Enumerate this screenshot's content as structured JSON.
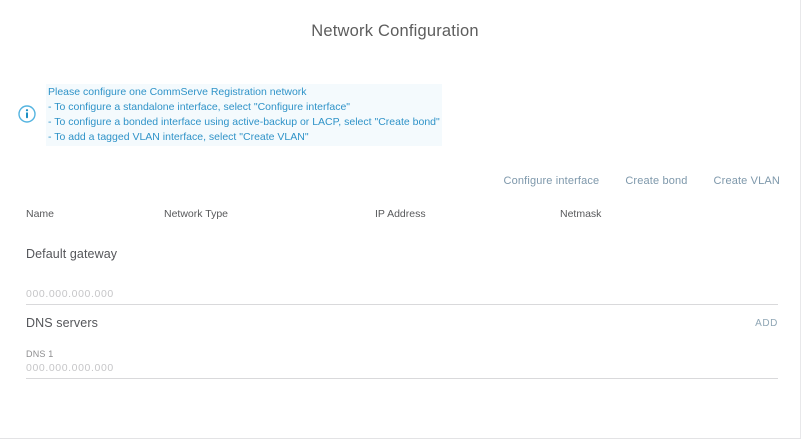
{
  "page": {
    "title": "Network Configuration"
  },
  "info_banner": {
    "icon": "info-circle-icon",
    "accent_color": "#2f93c8",
    "lines": [
      "Please configure one CommServe Registration network",
      "- To configure a standalone interface, select \"Configure interface\"",
      "- To configure a bonded interface using active-backup or LACP, select \"Create bond\"",
      "- To add a tagged VLAN interface, select \"Create VLAN\""
    ]
  },
  "actions": {
    "link_color": "#7e98ab",
    "items": [
      {
        "label": "Configure interface"
      },
      {
        "label": "Create bond"
      },
      {
        "label": "Create VLAN"
      }
    ]
  },
  "interfaces_table": {
    "columns": [
      "Name",
      "Network Type",
      "IP Address",
      "Netmask"
    ],
    "rows": []
  },
  "default_gateway": {
    "title": "Default gateway",
    "value": "",
    "placeholder": "000.000.000.000"
  },
  "dns_servers": {
    "title": "DNS servers",
    "add_label": "ADD",
    "entries": [
      {
        "label": "DNS 1",
        "value": "",
        "placeholder": "000.000.000.000"
      }
    ]
  }
}
